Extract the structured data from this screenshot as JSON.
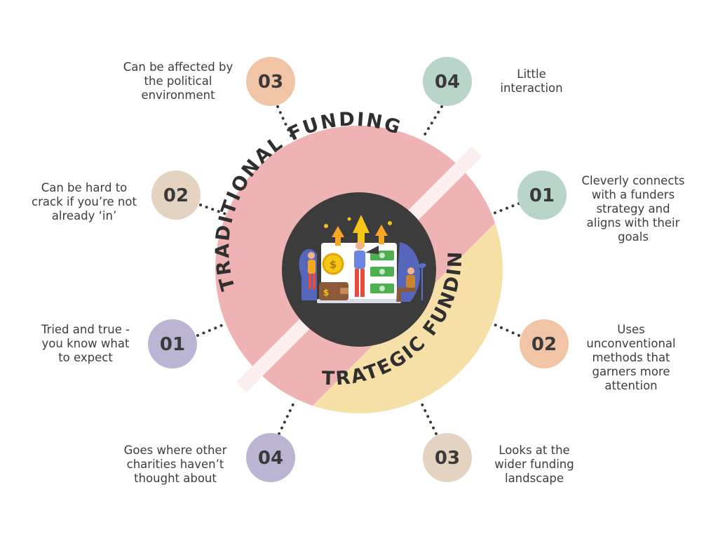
{
  "colors": {
    "traditional": "#efb3b4",
    "strategic": "#f7e0a8",
    "center": "#3d3c3c",
    "badge_orange": "#f2c4a6",
    "badge_tan": "#e4d3c0",
    "badge_purple": "#bcb4d3",
    "badge_green": "#b9d5c9"
  },
  "traditional": {
    "label": "TRADITIONAL FUNDING",
    "items": [
      {
        "num": "03",
        "text": "Can be affected by\nthe political\nenvironment"
      },
      {
        "num": "02",
        "text": "Can be hard to\ncrack if you’re not\nalready ‘in’"
      },
      {
        "num": "01",
        "text": "Tried and true -\nyou know what\nto expect"
      },
      {
        "num": "04",
        "text": "Goes where other\ncharities haven’t\nthought about"
      }
    ]
  },
  "strategic": {
    "label": "STRATEGIC FUNDING",
    "items": [
      {
        "num": "04",
        "text": "Little\ninteraction"
      },
      {
        "num": "01",
        "text": "Cleverly connects\nwith a funders\nstrategy and\naligns with their\ngoals"
      },
      {
        "num": "02",
        "text": "Uses\nunconventional\nmethods that\ngarners more\nattention"
      },
      {
        "num": "03",
        "text": "Looks at the\nwider funding\nlandscape"
      }
    ]
  },
  "center": {
    "illustration": "funding-growth-illustration"
  }
}
